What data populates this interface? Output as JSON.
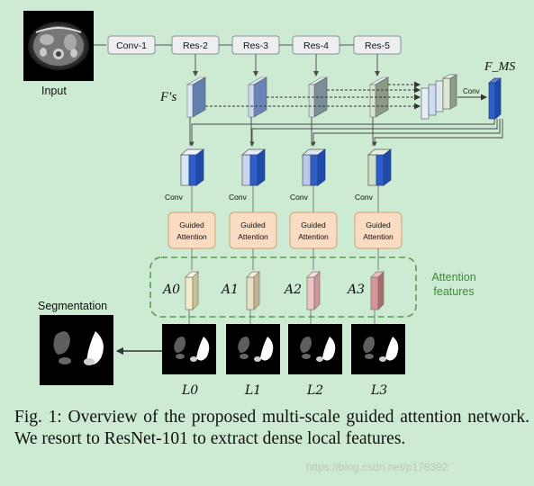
{
  "input": {
    "label": "Input"
  },
  "backbone": {
    "stages": [
      "Conv-1",
      "Res-2",
      "Res-3",
      "Res-4",
      "Res-5"
    ]
  },
  "features": {
    "fs_label": "F′s",
    "fms_label": "F_MS",
    "conv_label": "Conv"
  },
  "branches": [
    {
      "conv": "Conv",
      "ga_line1": "Guided",
      "ga_line2": "Attention",
      "attention": "A0",
      "loss": "L0",
      "attn_color": "#f2edc8",
      "col_front": "#d9e6f6",
      "col_top": "#eef4fb"
    },
    {
      "conv": "Conv",
      "ga_line1": "Guided",
      "ga_line2": "Attention",
      "attention": "A1",
      "loss": "L1",
      "attn_color": "#eadfc3",
      "col_front": "#c9d5f1",
      "col_top": "#e3eafb"
    },
    {
      "conv": "Conv",
      "ga_line1": "Guided",
      "ga_line2": "Attention",
      "attention": "A2",
      "loss": "L2",
      "attn_color": "#efc3c6",
      "col_front": "#b8c9ea",
      "col_top": "#dde6f7"
    },
    {
      "conv": "Conv",
      "ga_line1": "Guided",
      "ga_line2": "Attention",
      "attention": "A3",
      "loss": "L3",
      "attn_color": "#d69596",
      "col_front": "#d0e0c8",
      "col_top": "#e6f0df"
    }
  ],
  "attention_group": {
    "line1": "Attention",
    "line2": "features"
  },
  "segmentation": {
    "label": "Segmentation"
  },
  "caption": "Fig. 1: Overview of the proposed multi-scale guided attention network. We resort to ResNet-101 to extract dense local features.",
  "watermark": "https://blog.csdn.net/p178392",
  "colors": {
    "background": "#cdebd2",
    "conv_blue": "#2e5fc9",
    "ga_box": "#f9dcc1",
    "group_border": "#5aa050",
    "group_label": "#3d8a3a"
  }
}
